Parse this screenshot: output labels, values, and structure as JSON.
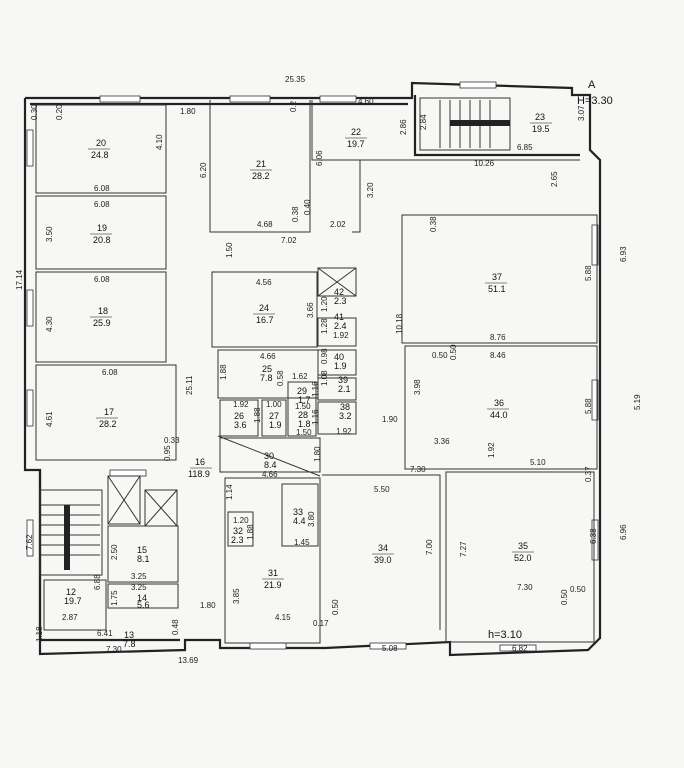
{
  "plan": {
    "axis_label": "A",
    "height_top": "H=3.30",
    "height_hall": "h=3.10",
    "outer_dims": {
      "top": "25.35",
      "left": "17.14",
      "left_lower": "7.62",
      "bottom_left": "13.69",
      "bottom_mid": "5.08",
      "bottom_right": "6.82",
      "right_upper": "6.93",
      "right_mid": "5.19",
      "right_lower": "6.96"
    },
    "rooms": [
      {
        "no": "20",
        "area": "24.8"
      },
      {
        "no": "21",
        "area": "28.2"
      },
      {
        "no": "22",
        "area": "19.7"
      },
      {
        "no": "23",
        "area": "19.5"
      },
      {
        "no": "19",
        "area": "20.8"
      },
      {
        "no": "18",
        "area": "25.9"
      },
      {
        "no": "17",
        "area": "28.2"
      },
      {
        "no": "37",
        "area": "51.1"
      },
      {
        "no": "36",
        "area": "44.0"
      },
      {
        "no": "24",
        "area": "16.7"
      },
      {
        "no": "42",
        "area": "2.3"
      },
      {
        "no": "41",
        "area": "2.4"
      },
      {
        "no": "40",
        "area": "1.9"
      },
      {
        "no": "25",
        "area": "7.8"
      },
      {
        "no": "39",
        "area": "2.1"
      },
      {
        "no": "29",
        "area": "1.7"
      },
      {
        "no": "38",
        "area": "3.2"
      },
      {
        "no": "28",
        "area": "1.8"
      },
      {
        "no": "26",
        "area": "3.6"
      },
      {
        "no": "27",
        "area": "1.9"
      },
      {
        "no": "30",
        "area": "8.4"
      },
      {
        "no": "16",
        "area": "118.9"
      },
      {
        "no": "15",
        "area": "8.1"
      },
      {
        "no": "14",
        "area": "5.6"
      },
      {
        "no": "12",
        "area": "19.7"
      },
      {
        "no": "13",
        "area": "7.8"
      },
      {
        "no": "33",
        "area": "4.4"
      },
      {
        "no": "32",
        "area": "2.3"
      },
      {
        "no": "31",
        "area": "21.9"
      },
      {
        "no": "34",
        "area": "39.0"
      },
      {
        "no": "35",
        "area": "52.0"
      }
    ],
    "dims": {
      "d020": "0.20",
      "d030": "0.30",
      "d410": "4.10",
      "d180": "1.80",
      "d02": "0.2",
      "d460": "4.60",
      "d286": "2.86",
      "d284": "2.84",
      "d307": "3.07",
      "d685": "6.85",
      "d1026": "10.26",
      "d608a": "6.08",
      "d608b": "6.08",
      "d350": "3.50",
      "d608c": "6.08",
      "d430": "4.30",
      "d608d": "6.08",
      "d461": "4.61",
      "d033": "0.33",
      "d095": "0.95",
      "d620": "6.20",
      "d606": "6.06",
      "d468": "4.68",
      "d038a": "0.38",
      "d040": "0.40",
      "d202": "2.02",
      "d702": "7.02",
      "d150": "1.50",
      "d320": "3.20",
      "d265": "2.65",
      "d038b": "0.38",
      "d588a": "5.88",
      "d1018": "10.18",
      "d876": "8.76",
      "d050a": "0.50",
      "d050b": "0.50",
      "d846": "8.46",
      "d398": "3.98",
      "d588b": "5.88",
      "d190a": "1.90",
      "d336": "3.36",
      "d192a": "1.92",
      "d510": "5.10",
      "d456": "4.56",
      "d366": "3.66",
      "d120a": "1.20",
      "d128": "1.28",
      "d192b": "1.92",
      "d098": "0.98",
      "d466": "4.66",
      "d162": "1.62",
      "d108": "1.08",
      "d158": "0.58",
      "d116a": "1.16",
      "d2511": "25.11",
      "d192c": "1.92",
      "d100": "1.00",
      "d188a": "1.88",
      "d188b": "1.88",
      "d150b": "1.50",
      "d116b": "1.16",
      "d192d": "1.92",
      "d150c": "1.50",
      "d180b": "1.80",
      "d466b": "4.66",
      "d730a": "7.30",
      "d550": "5.50",
      "d114": "1.14",
      "d380": "3.80",
      "d145": "1.45",
      "d120b": "1.20",
      "d188c": "1.88",
      "d700": "7.00",
      "d727": "7.27",
      "d638": "6.38",
      "d730b": "7.30",
      "d050c": "0.50",
      "d050d": "0.50",
      "d250": "2.50",
      "d325a": "3.25",
      "d325b": "3.25",
      "d688": "6.88",
      "d175": "1.75",
      "d287": "2.87",
      "d641": "6.41",
      "d118": "1.18",
      "d730c": "7.30",
      "d385": "3.85",
      "d415": "4.15",
      "d017": "0.17",
      "d048": "0.48",
      "d180c": "1.80",
      "d037": "0.37",
      "d150d": "1.50"
    }
  }
}
